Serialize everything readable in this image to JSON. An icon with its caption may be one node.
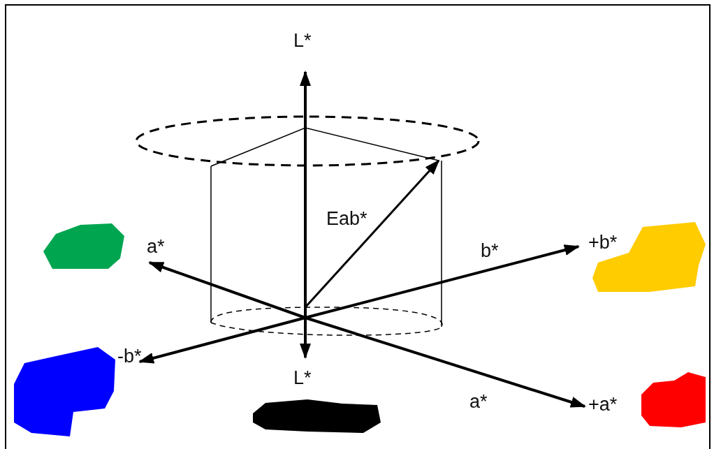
{
  "diagram": {
    "nodes": [
      {
        "text": [],
        "shape": "blob"
      },
      {
        "text": [],
        "shape": "blob"
      },
      {
        "text": [],
        "shape": "blob"
      },
      {
        "text": [],
        "shape": "blob"
      },
      {
        "text": [],
        "shape": "blob"
      }
    ],
    "labels": [
      "L*",
      "Eab*",
      "a*",
      "b*",
      "+b*",
      "-b*",
      "L*",
      "a*",
      "+a*"
    ]
  }
}
